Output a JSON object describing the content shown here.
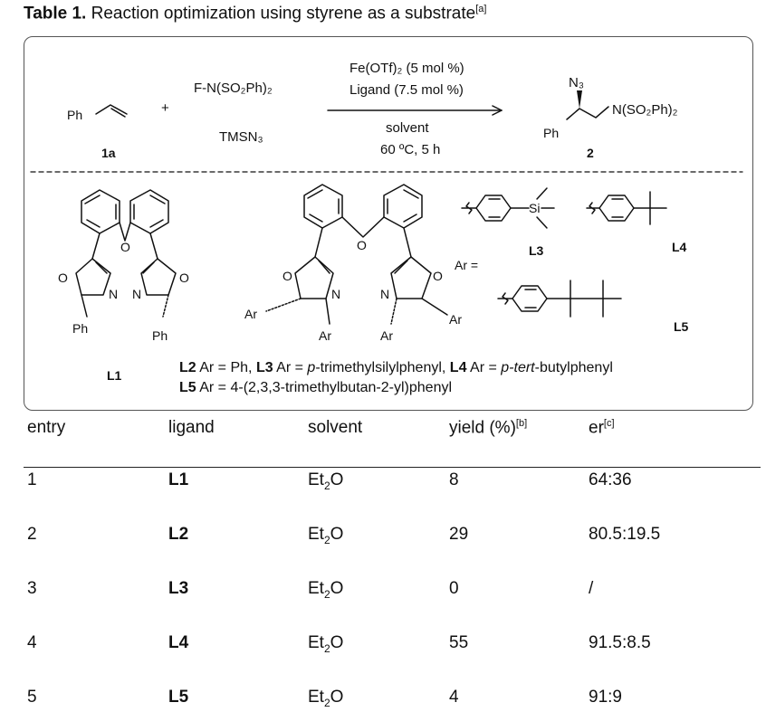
{
  "caption": {
    "label": "Table 1.",
    "text": " Reaction optimization using styrene as a substrate",
    "note": "[a]"
  },
  "scheme": {
    "reagent_top": "F-N(SO₂Ph)₂",
    "reagent_bottom": "TMSN₃",
    "plus": "+",
    "cond_1": "Fe(OTf)₂ (5 mol %)",
    "cond_2": "Ligand (7.5 mol %)",
    "cond_3": "solvent",
    "cond_4": "60 ºC, 5 h",
    "substrate_ph": "Ph",
    "substrate_label": "1a",
    "product_n3": "N₃",
    "product_ph": "Ph",
    "product_n": "N(SO₂Ph)₂",
    "product_label": "2",
    "ar_eq": "Ar  =",
    "l1": "L1",
    "l3": "L3",
    "l4": "L4",
    "l5": "L5",
    "atom_o": "O",
    "atom_n": "N",
    "atom_si": "Si",
    "ph": "Ph",
    "ar": "Ar",
    "legend_1_a": "L2",
    "legend_1_b": " Ar = Ph, ",
    "legend_1_c": "L3",
    "legend_1_d": " Ar = ",
    "legend_1_e": "p",
    "legend_1_f": "-trimethylsilylphenyl, ",
    "legend_1_g": "L4",
    "legend_1_h": " Ar = ",
    "legend_1_i": "p-tert",
    "legend_1_j": "-butylphenyl",
    "legend_2_a": "L5",
    "legend_2_b": " Ar = 4-(2,3,3-trimethylbutan-2-yl)phenyl"
  },
  "table": {
    "headers": [
      "entry",
      "ligand",
      "solvent",
      "yield (%)",
      "er"
    ],
    "header_notes": [
      "",
      "",
      "",
      "[b]",
      "[c]"
    ],
    "rows": [
      {
        "entry": "1",
        "ligand": "L1",
        "solvent_base": "Et",
        "solvent_sub": "2",
        "solvent_tail": "O",
        "yield": "8",
        "er": "64:36"
      },
      {
        "entry": "2",
        "ligand": "L2",
        "solvent_base": "Et",
        "solvent_sub": "2",
        "solvent_tail": "O",
        "yield": "29",
        "er": "80.5:19.5"
      },
      {
        "entry": "3",
        "ligand": "L3",
        "solvent_base": "Et",
        "solvent_sub": "2",
        "solvent_tail": "O",
        "yield": "0",
        "er": "/"
      },
      {
        "entry": "4",
        "ligand": "L4",
        "solvent_base": "Et",
        "solvent_sub": "2",
        "solvent_tail": "O",
        "yield": "55",
        "er": "91.5:8.5"
      },
      {
        "entry": "5",
        "ligand": "L5",
        "solvent_base": "Et",
        "solvent_sub": "2",
        "solvent_tail": "O",
        "yield": "4",
        "er": "91:9"
      }
    ]
  }
}
